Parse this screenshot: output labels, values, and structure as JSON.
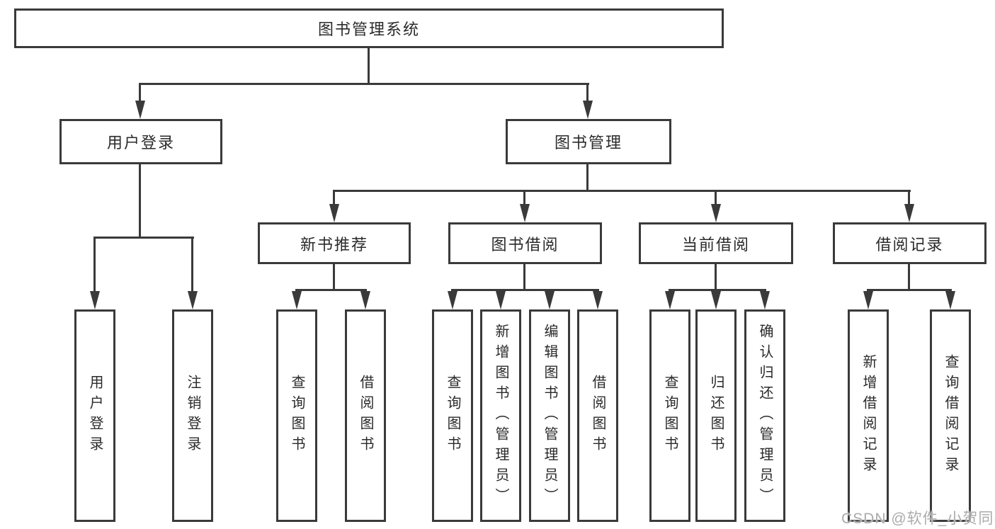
{
  "diagram": {
    "title": "图书管理系统",
    "groups": [
      {
        "label": "用户登录",
        "children": [
          "用户登录",
          "注销登录"
        ]
      },
      {
        "label": "图书管理",
        "sections": [
          {
            "label": "新书推荐",
            "children": [
              "查询图书",
              "借阅图书"
            ]
          },
          {
            "label": "图书借阅",
            "children": [
              "查询图书",
              "新增图书（管理员）",
              "编辑图书（管理员）",
              "借阅图书"
            ]
          },
          {
            "label": "当前借阅",
            "children": [
              "查询图书",
              "归还图书",
              "确认归还（管理员）"
            ]
          },
          {
            "label": "借阅记录",
            "children": [
              "新增借阅记录",
              "查询借阅记录"
            ]
          }
        ]
      }
    ]
  },
  "watermark": {
    "text": "CSDN @软件_小贺同学"
  },
  "colors": {
    "line": "#3a3a3a",
    "text": "#2a2a2a",
    "background": "#ffffff",
    "watermark": "#ababab"
  }
}
